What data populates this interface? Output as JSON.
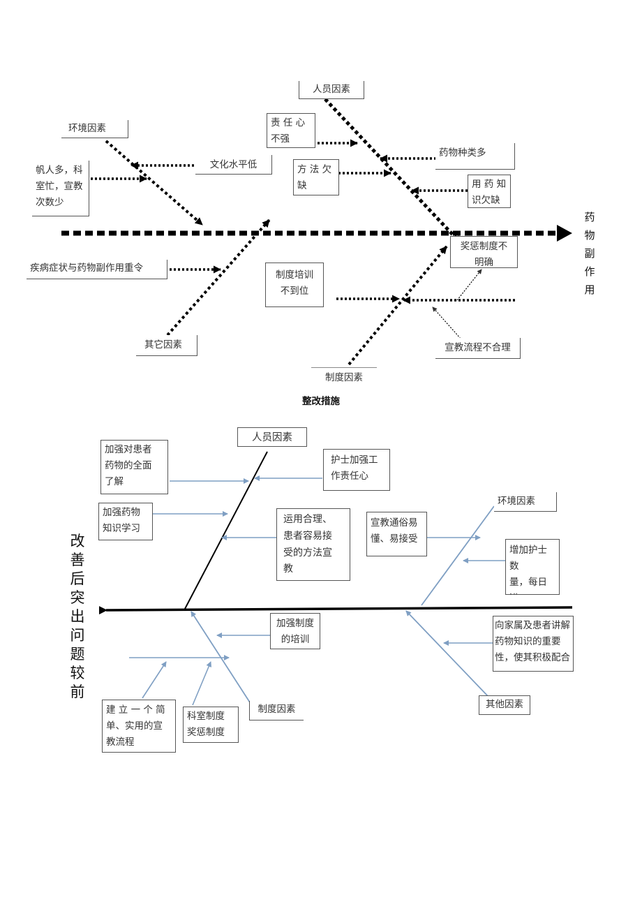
{
  "diagram1": {
    "effect": "药\n物\n副\n作\n用",
    "boxes": {
      "personnel": "人员因素",
      "environment": "环境因素",
      "responsibility": "责 任 心\n不强",
      "culture": "文化水平低",
      "drug_variety": "药物种类多",
      "method": "方 法 欠\n缺",
      "drug_knowledge": "用 药 知\n识欠缺",
      "busy": "帆人多，科\n室忙，宣教\n次数少",
      "reward": "奖惩制度不\n明确",
      "symptom": "疾病症状与药物副作用重令",
      "training": "制度培训\n不到位",
      "other": "其它因素",
      "flow": "宣教流程不合理",
      "system": "制度因素"
    }
  },
  "section_title": "整改措施",
  "diagram2": {
    "effect": "改\n善\n后\n突\n出\n问\n题\n较\n前",
    "boxes": {
      "personnel": "人员因素",
      "understand": "加强对患者\n药物的全面\n了解",
      "nurse": "护士加强工\n作责任心",
      "study": "加强药物\n知识学习",
      "method": "运用合理、\n患者容易接\n受的方法宣\n教",
      "plain": "宣教通俗易\n懂、易接受",
      "environment": "环境因素",
      "nursemore": "增加护士数\n量，每日进\n行宣教",
      "family": "向家属及患者讲解\n药物知识的重要\n性，使其积极配合",
      "training": "加强制度\n的培训",
      "other": "其他因素",
      "process": "建 立 一 个 简\n单、实用的宣\n教流程",
      "reward": "科室制度\n奖惩制度",
      "system": "制度因素"
    }
  }
}
